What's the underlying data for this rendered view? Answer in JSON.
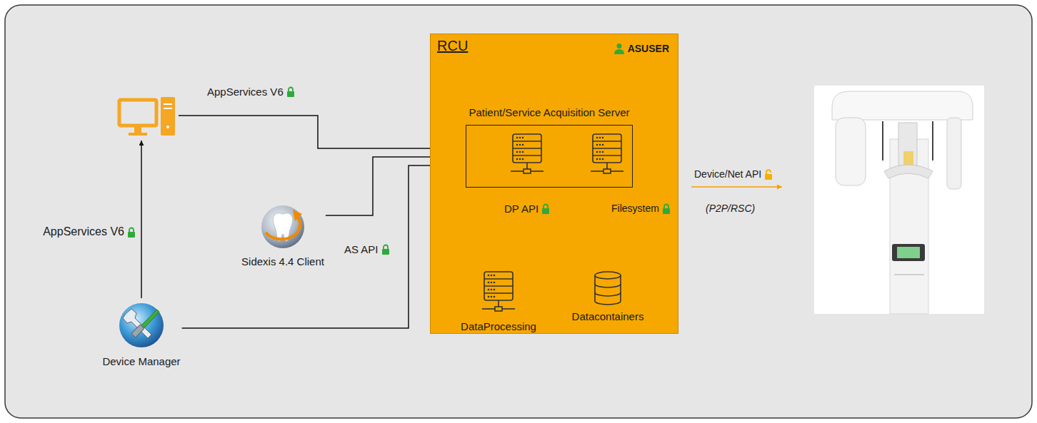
{
  "diagram": {
    "nodes": [
      {
        "text": [
          "RCU",
          "ASUSER"
        ]
      },
      {
        "text": [
          "Patient/Service Acquisition Server"
        ],
        "in": 0
      },
      {
        "text": [
          "DataProcessing"
        ],
        "in": 0
      },
      {
        "text": [
          "Datacontainers"
        ],
        "in": 0
      },
      {
        "text": [
          "Sidexis 4.4 Client"
        ]
      },
      {
        "text": [
          "Device Manager"
        ]
      }
    ],
    "edges": [
      {
        "from": 4,
        "to": 1,
        "arrow": "to"
      },
      {
        "from": 5,
        "to": 1,
        "label": "AS API",
        "arrow": "to"
      },
      {
        "from": 1,
        "to": 2,
        "label": "DP API",
        "arrow": "to"
      },
      {
        "from": 1,
        "to": 3,
        "label": "Filesystem",
        "arrow": "to"
      }
    ],
    "labels": [
      "AppServices V6",
      "AppServices V6",
      "Device/Net API",
      "(P2P/RSC)"
    ]
  }
}
